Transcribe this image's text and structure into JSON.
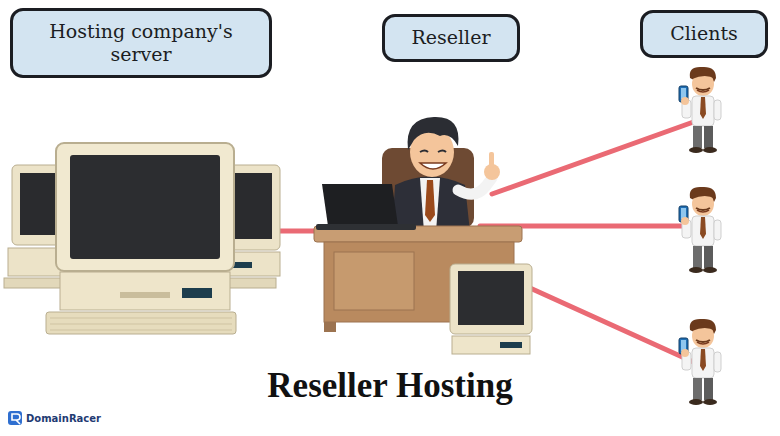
{
  "diagram": {
    "title": "Reseller Hosting",
    "nodes": [
      {
        "text": [
          "Hosting company's server"
        ]
      },
      {
        "text": [
          "Reseller"
        ]
      },
      {
        "text": [
          "Clients"
        ]
      }
    ],
    "labels": [
      "DomainRacer"
    ]
  }
}
